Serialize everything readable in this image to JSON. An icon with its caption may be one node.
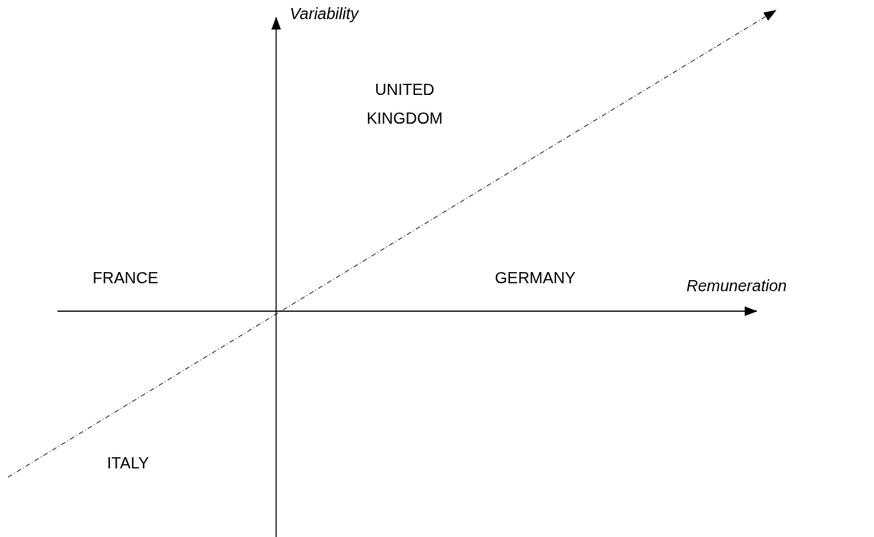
{
  "diagram": {
    "labels": [
      "Variability",
      "UNITED KINGDOM",
      "FRANCE",
      "GERMANY",
      "Remuneration",
      "ITALY"
    ]
  }
}
